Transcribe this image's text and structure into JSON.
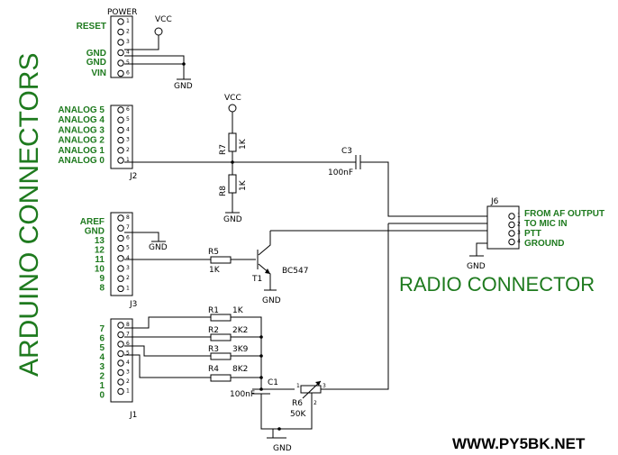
{
  "title_left": "ARDUINO CONNECTORS",
  "title_radio": "RADIO CONNECTOR",
  "website": "WWW.PY5BK.NET",
  "colors": {
    "green": "#1e7a1e",
    "black": "#000000"
  },
  "vcc": "VCC",
  "gnd": "GND",
  "power": {
    "name": "POWER",
    "labels": [
      "RESET",
      "GND",
      "GND",
      "VIN"
    ],
    "pins": [
      "1",
      "2",
      "3",
      "4",
      "5",
      "6"
    ]
  },
  "j2": {
    "name": "J2",
    "labels": [
      "ANALOG 5",
      "ANALOG 4",
      "ANALOG 3",
      "ANALOG 2",
      "ANALOG 1",
      "ANALOG 0"
    ],
    "pins": [
      "6",
      "5",
      "4",
      "3",
      "2",
      "1"
    ]
  },
  "j3": {
    "name": "J3",
    "labels": [
      "AREF",
      "GND",
      "13",
      "12",
      "11",
      "10",
      "9",
      "8"
    ],
    "pins": [
      "8",
      "7",
      "6",
      "5",
      "4",
      "3",
      "2",
      "1"
    ]
  },
  "j1": {
    "name": "J1",
    "labels": [
      "7",
      "6",
      "5",
      "4",
      "3",
      "2",
      "1",
      "0"
    ],
    "pins": [
      "8",
      "7",
      "6",
      "5",
      "4",
      "3",
      "2",
      "1"
    ]
  },
  "j6": {
    "name": "J6",
    "labels": [
      "FROM AF OUTPUT",
      "TO MIC IN",
      "PTT",
      "GROUND"
    ],
    "pins": [
      "1",
      "2",
      "3",
      "4"
    ]
  },
  "r7": {
    "name": "R7",
    "value": "1K"
  },
  "r8": {
    "name": "R8",
    "value": "1K"
  },
  "c3": {
    "name": "C3",
    "value": "100nF"
  },
  "r5": {
    "name": "R5",
    "value": "1K"
  },
  "t1": {
    "name": "T1",
    "value": "BC547"
  },
  "r1": {
    "name": "R1",
    "value": "1K"
  },
  "r2": {
    "name": "R2",
    "value": "2K2"
  },
  "r3": {
    "name": "R3",
    "value": "3K9"
  },
  "r4": {
    "name": "R4",
    "value": "8K2"
  },
  "c1": {
    "name": "C1",
    "value": "100nF"
  },
  "r6": {
    "name": "R6",
    "value": "50K",
    "pin1": "1",
    "pin2": "2",
    "pin3": "3"
  }
}
